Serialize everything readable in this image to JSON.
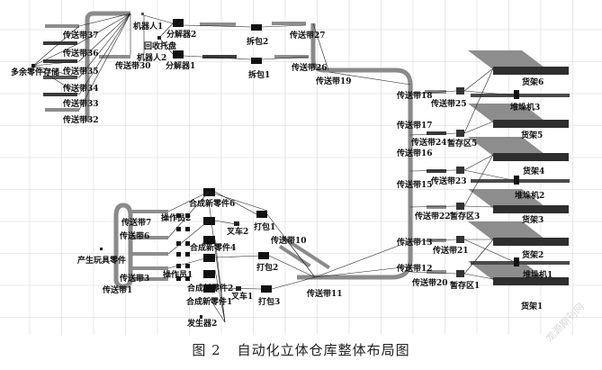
{
  "figure": {
    "caption_number": "图 2",
    "caption_title": "自动化立体仓库整体布局图",
    "watermark": "龙源期刊网"
  },
  "colors": {
    "grid": "#e2e2e2",
    "conveyor_light": "#9a9a9a",
    "conveyor_dark": "#3c3c3c",
    "rack_shadow": "#8d8d8d",
    "rack_body": "#2e2e2e",
    "link_line": "#222222",
    "device": "#111111"
  },
  "labels": {
    "conveyor_37": "传送带37",
    "conveyor_36": "传送带36",
    "conveyor_35": "传送带35",
    "conveyor_34": "传送带34",
    "conveyor_33": "传送带33",
    "conveyor_32": "传送带32",
    "surplus_parts_storage": "多余零件存储",
    "robot_1": "机器人1",
    "robot_2": "机器人2",
    "recycle_tray": "回收托盘",
    "decomposer_2": "分解器2",
    "decomposer_1": "分解器1",
    "conveyor_30": "传送带30",
    "unpack_2": "拆包2",
    "unpack_1": "拆包1",
    "conveyor_27": "传送带27",
    "conveyor_26": "传送带26",
    "conveyor_19": "传送带19",
    "conveyor_18": "传送带18",
    "conveyor_25": "传送带25",
    "conveyor_17": "传送带17",
    "conveyor_24": "传送带24",
    "buffer_5": "暂存区5",
    "conveyor_16": "传送带16",
    "conveyor_15": "传送带15",
    "conveyor_23": "传送带23",
    "conveyor_22": "传送带22",
    "buffer_3": "暂存区3",
    "conveyor_13": "传送带13",
    "conveyor_21": "传送带21",
    "conveyor_12": "传送带12",
    "conveyor_20": "传送带20",
    "buffer_1": "暂存区1",
    "rack_6": "货架6",
    "stacker_3": "堆垛机3",
    "rack_5": "货架5",
    "rack_4": "货架4",
    "stacker_2": "堆垛机2",
    "rack_3": "货架3",
    "rack_2": "货架2",
    "stacker_1": "堆垛机1",
    "rack_1": "货架1",
    "compose_6": "合成新零件6",
    "compose_4": "合成新零件4",
    "compose_2": "合成新零件2",
    "compose_1": "合成新零件1",
    "operator_2": "操作员2",
    "operator_1": "操作员1",
    "conveyor_7": "传送带7",
    "conveyor_6": "传送带6",
    "conveyor_3": "传送带3",
    "conveyor_1": "传送带1",
    "toy_part_source": "产生玩具零件",
    "generator_2": "发生器2",
    "forklift_2": "叉车2",
    "forklift_1": "叉车1",
    "pack_1": "打包1",
    "pack_2": "打包2",
    "pack_3": "打包3",
    "conveyor_10": "传送带10",
    "conveyor_11": "传送带11"
  }
}
